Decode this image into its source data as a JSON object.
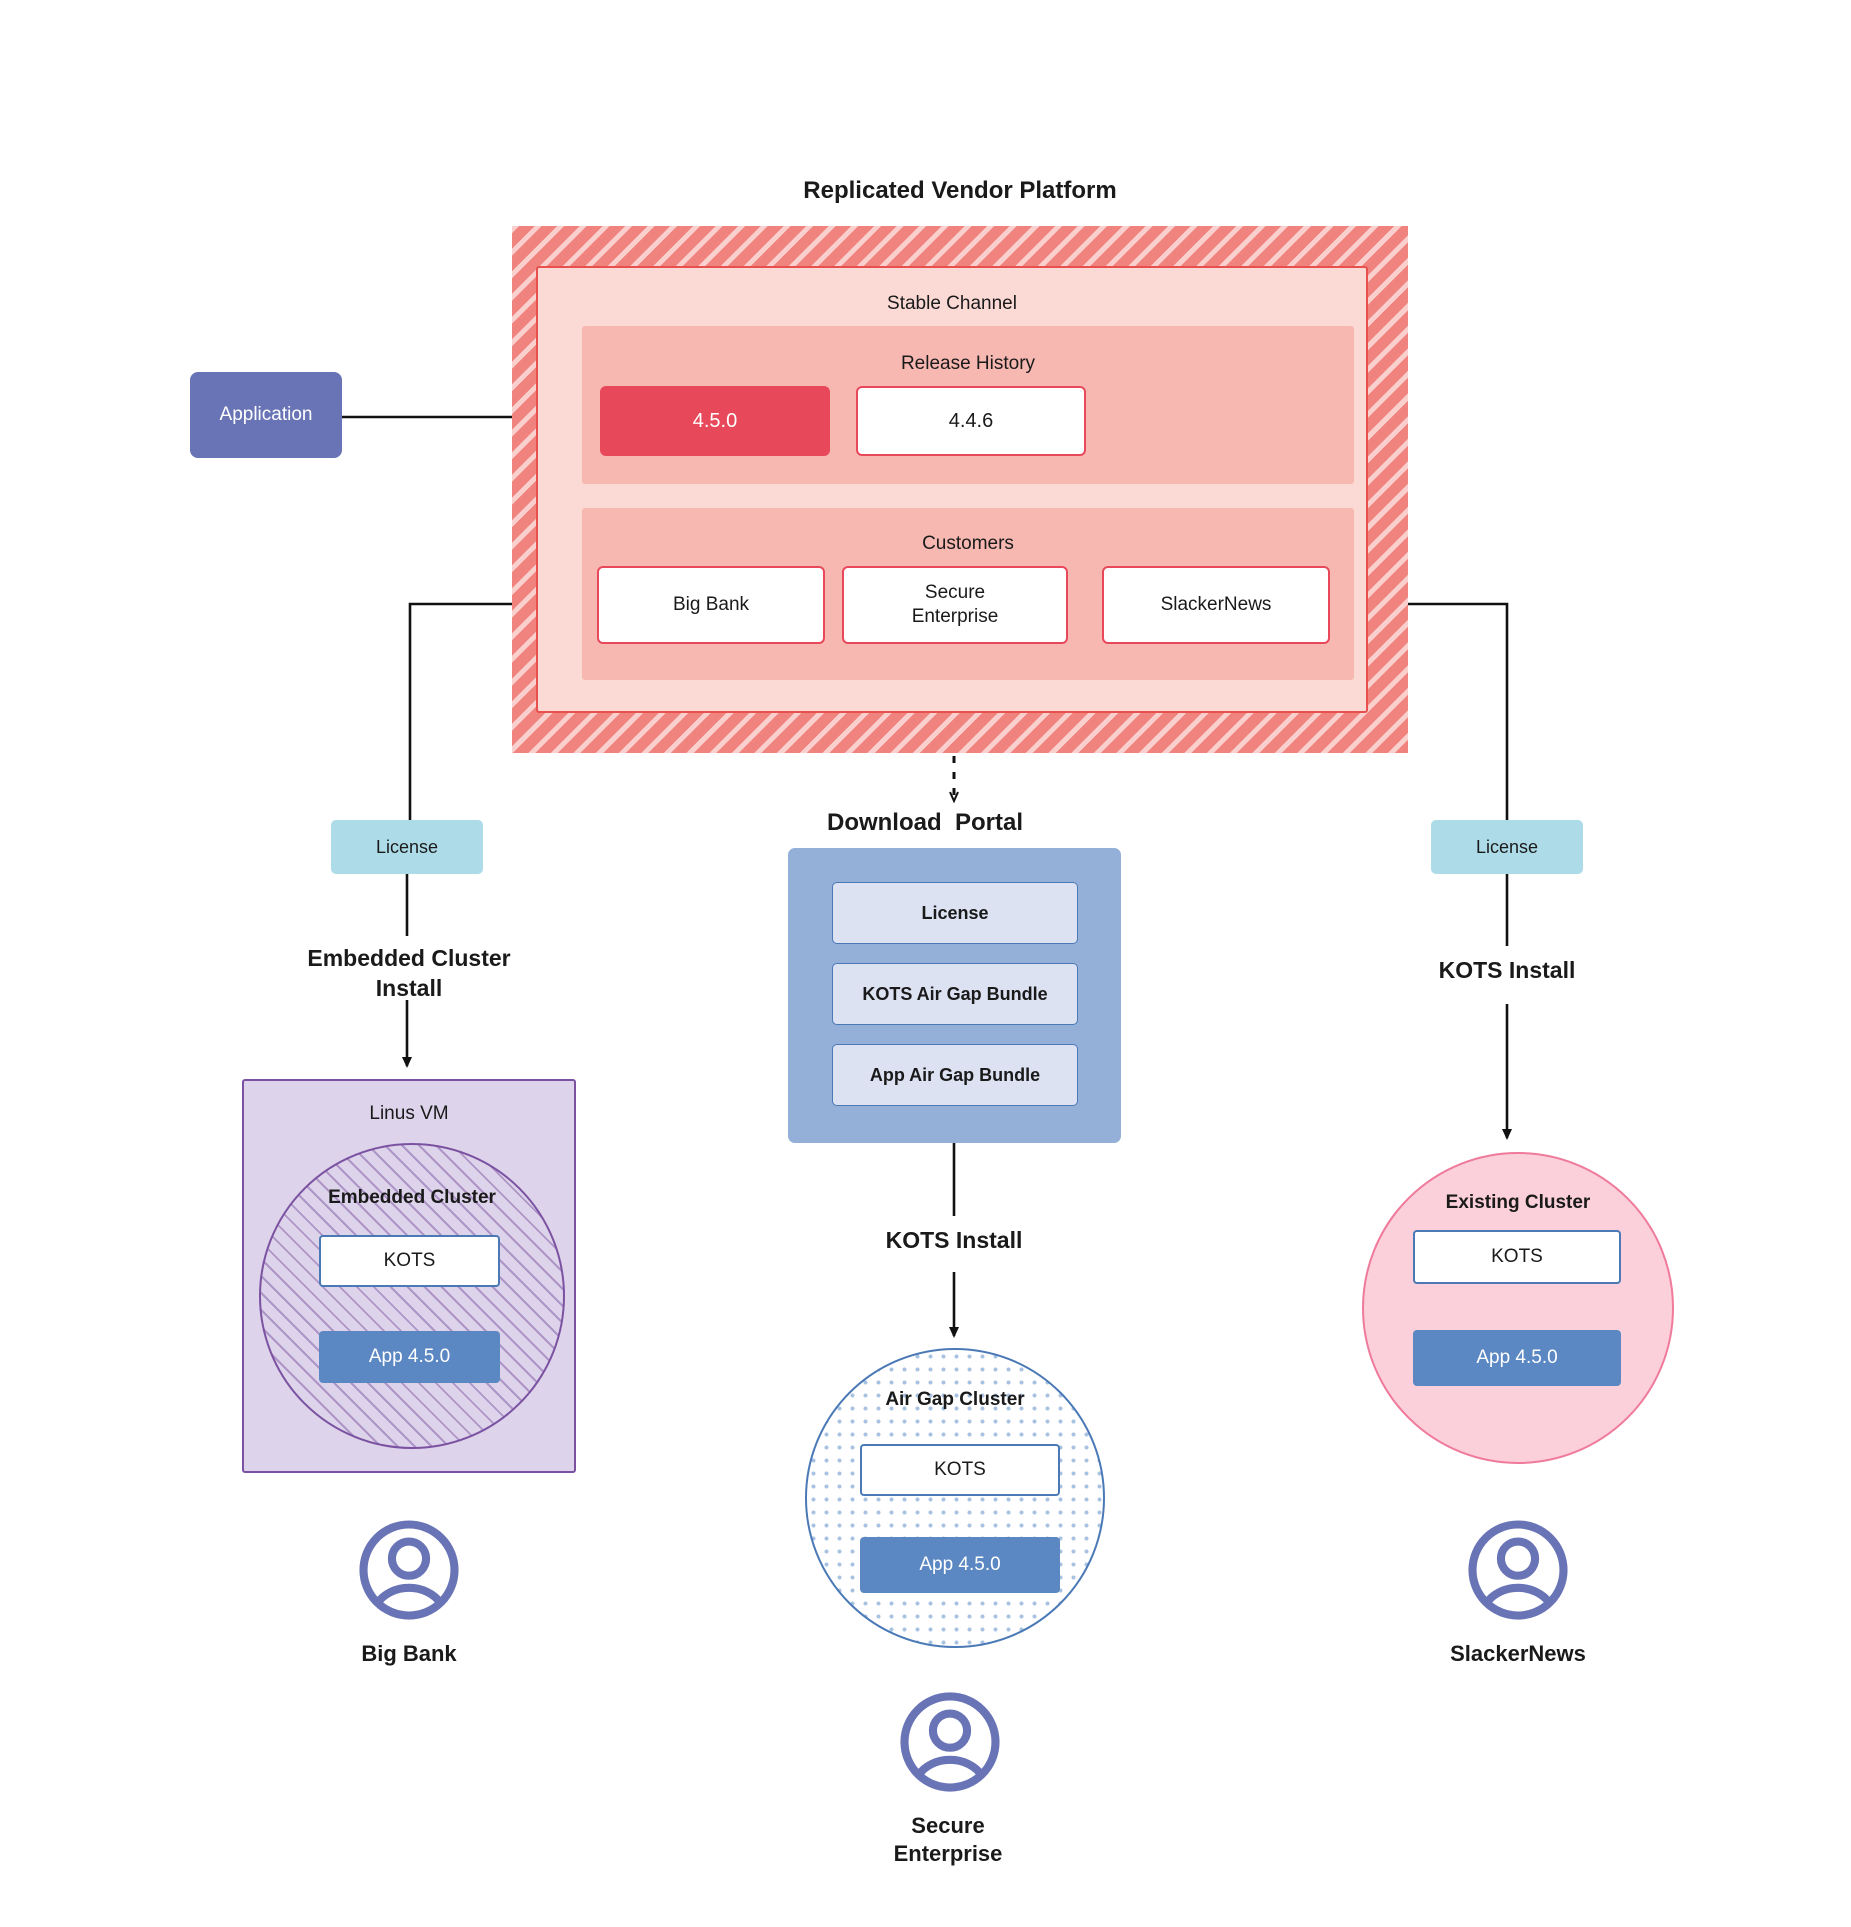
{
  "diagram": {
    "title": "Replicated Vendor Platform"
  },
  "application": {
    "label": "Application"
  },
  "vendor_platform": {
    "channel_label": "Stable Channel",
    "release_history": {
      "label": "Release History",
      "releases": [
        {
          "version": "4.5.0",
          "state": "current"
        },
        {
          "version": "4.4.6",
          "state": "previous"
        }
      ]
    },
    "customers": {
      "label": "Customers",
      "items": [
        {
          "name": "Big Bank"
        },
        {
          "name": "Secure\nEnterprise"
        },
        {
          "name": "SlackerNews"
        }
      ]
    }
  },
  "licenses": {
    "left_label": "License",
    "right_label": "License"
  },
  "download_portal": {
    "title": "Download  Portal",
    "items": [
      {
        "label": "License"
      },
      {
        "label": "KOTS Air Gap Bundle"
      },
      {
        "label": "App Air Gap Bundle"
      }
    ]
  },
  "flows": {
    "embedded_install": "Embedded Cluster\nInstall",
    "kots_install_middle": "KOTS Install",
    "kots_install_right": "KOTS Install"
  },
  "left_branch": {
    "host_label": "Linus VM",
    "cluster_label": "Embedded Cluster",
    "kots_label": "KOTS",
    "app_label": "App 4.5.0",
    "customer_caption": "Big Bank"
  },
  "middle_branch": {
    "cluster_label": "Air Gap Cluster",
    "kots_label": "KOTS",
    "app_label": "App 4.5.0",
    "customer_caption": "Secure\nEnterprise"
  },
  "right_branch": {
    "cluster_label": "Existing Cluster",
    "kots_label": "KOTS",
    "app_label": "App 4.5.0",
    "customer_caption": "SlackerNews"
  },
  "colors": {
    "platform_hatch": "#f1837e",
    "channel_fill": "#fbdad6",
    "channel_border": "#e8504e",
    "release_band": "#f7b8b2",
    "release_current": "#e8495a",
    "application": "#6874b5",
    "license": "#addce8",
    "portal": "#94b0d8",
    "portal_item": "#dde2f3",
    "linus_vm": "#ddd3ea",
    "linus_vm_border": "#7b52a1",
    "airgap_border": "#4a79b6",
    "existing_cluster": "#fbd0da",
    "existing_cluster_border": "#ef7a9b",
    "app_chip": "#5b88c3",
    "avatar": "#6874b5"
  }
}
